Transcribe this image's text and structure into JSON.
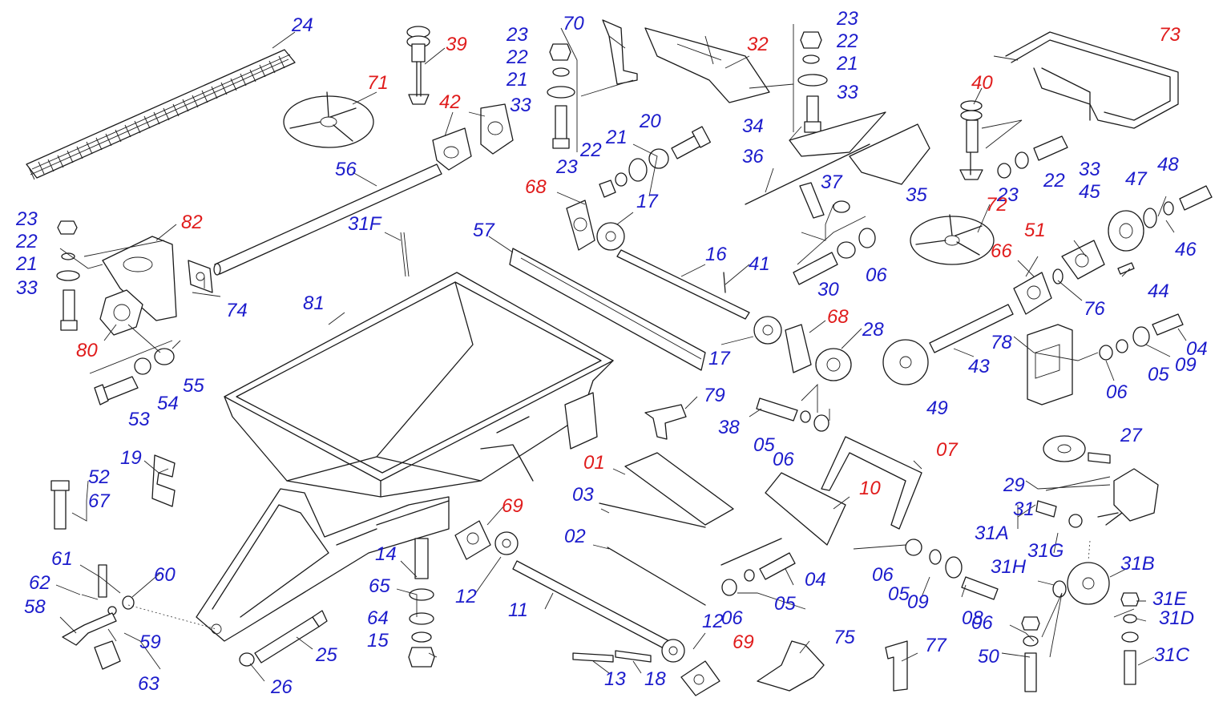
{
  "colors": {
    "blue": "#1c1ccc",
    "red": "#e01c1c",
    "line": "#1a1a1a"
  },
  "callouts": [
    {
      "text": "24",
      "color": "blue"
    },
    {
      "text": "39",
      "color": "red"
    },
    {
      "text": "23",
      "color": "blue"
    },
    {
      "text": "22",
      "color": "blue"
    },
    {
      "text": "21",
      "color": "blue"
    },
    {
      "text": "33",
      "color": "blue"
    },
    {
      "text": "70",
      "color": "blue"
    },
    {
      "text": "71",
      "color": "red"
    },
    {
      "text": "42",
      "color": "red"
    },
    {
      "text": "32",
      "color": "red"
    },
    {
      "text": "23",
      "color": "blue"
    },
    {
      "text": "22",
      "color": "blue"
    },
    {
      "text": "21",
      "color": "blue"
    },
    {
      "text": "33",
      "color": "blue"
    },
    {
      "text": "73",
      "color": "red"
    },
    {
      "text": "40",
      "color": "red"
    },
    {
      "text": "20",
      "color": "blue"
    },
    {
      "text": "21",
      "color": "blue"
    },
    {
      "text": "22",
      "color": "blue"
    },
    {
      "text": "23",
      "color": "blue"
    },
    {
      "text": "34",
      "color": "blue"
    },
    {
      "text": "36",
      "color": "blue"
    },
    {
      "text": "33",
      "color": "blue"
    },
    {
      "text": "22",
      "color": "blue"
    },
    {
      "text": "23",
      "color": "blue"
    },
    {
      "text": "35",
      "color": "blue"
    },
    {
      "text": "48",
      "color": "blue"
    },
    {
      "text": "47",
      "color": "blue"
    },
    {
      "text": "45",
      "color": "blue"
    },
    {
      "text": "56",
      "color": "blue"
    },
    {
      "text": "68",
      "color": "red"
    },
    {
      "text": "17",
      "color": "blue"
    },
    {
      "text": "37",
      "color": "blue"
    },
    {
      "text": "72",
      "color": "red"
    },
    {
      "text": "46",
      "color": "blue"
    },
    {
      "text": "23",
      "color": "blue"
    },
    {
      "text": "22",
      "color": "blue"
    },
    {
      "text": "21",
      "color": "blue"
    },
    {
      "text": "33",
      "color": "blue"
    },
    {
      "text": "82",
      "color": "red"
    },
    {
      "text": "31F",
      "color": "blue"
    },
    {
      "text": "57",
      "color": "blue"
    },
    {
      "text": "16",
      "color": "blue"
    },
    {
      "text": "41",
      "color": "blue"
    },
    {
      "text": "30",
      "color": "blue"
    },
    {
      "text": "06",
      "color": "blue"
    },
    {
      "text": "51",
      "color": "red"
    },
    {
      "text": "66",
      "color": "red"
    },
    {
      "text": "44",
      "color": "blue"
    },
    {
      "text": "76",
      "color": "blue"
    },
    {
      "text": "74",
      "color": "blue"
    },
    {
      "text": "81",
      "color": "blue"
    },
    {
      "text": "80",
      "color": "red"
    },
    {
      "text": "68",
      "color": "red"
    },
    {
      "text": "28",
      "color": "blue"
    },
    {
      "text": "17",
      "color": "blue"
    },
    {
      "text": "78",
      "color": "blue"
    },
    {
      "text": "04",
      "color": "blue"
    },
    {
      "text": "43",
      "color": "blue"
    },
    {
      "text": "09",
      "color": "blue"
    },
    {
      "text": "05",
      "color": "blue"
    },
    {
      "text": "06",
      "color": "blue"
    },
    {
      "text": "55",
      "color": "blue"
    },
    {
      "text": "54",
      "color": "blue"
    },
    {
      "text": "53",
      "color": "blue"
    },
    {
      "text": "79",
      "color": "blue"
    },
    {
      "text": "38",
      "color": "blue"
    },
    {
      "text": "49",
      "color": "blue"
    },
    {
      "text": "05",
      "color": "blue"
    },
    {
      "text": "06",
      "color": "blue"
    },
    {
      "text": "27",
      "color": "blue"
    },
    {
      "text": "07",
      "color": "red"
    },
    {
      "text": "01",
      "color": "red"
    },
    {
      "text": "19",
      "color": "blue"
    },
    {
      "text": "52",
      "color": "blue"
    },
    {
      "text": "67",
      "color": "blue"
    },
    {
      "text": "29",
      "color": "blue"
    },
    {
      "text": "03",
      "color": "blue"
    },
    {
      "text": "10",
      "color": "red"
    },
    {
      "text": "69",
      "color": "red"
    },
    {
      "text": "31",
      "color": "blue"
    },
    {
      "text": "31A",
      "color": "blue"
    },
    {
      "text": "02",
      "color": "blue"
    },
    {
      "text": "14",
      "color": "blue"
    },
    {
      "text": "31G",
      "color": "blue"
    },
    {
      "text": "61",
      "color": "blue"
    },
    {
      "text": "60",
      "color": "blue"
    },
    {
      "text": "62",
      "color": "blue"
    },
    {
      "text": "31H",
      "color": "blue"
    },
    {
      "text": "31B",
      "color": "blue"
    },
    {
      "text": "65",
      "color": "blue"
    },
    {
      "text": "12",
      "color": "blue"
    },
    {
      "text": "04",
      "color": "blue"
    },
    {
      "text": "06",
      "color": "blue"
    },
    {
      "text": "05",
      "color": "blue"
    },
    {
      "text": "05",
      "color": "blue"
    },
    {
      "text": "09",
      "color": "blue"
    },
    {
      "text": "58",
      "color": "blue"
    },
    {
      "text": "11",
      "color": "blue"
    },
    {
      "text": "06",
      "color": "blue"
    },
    {
      "text": "08",
      "color": "blue"
    },
    {
      "text": "31E",
      "color": "blue"
    },
    {
      "text": "59",
      "color": "blue"
    },
    {
      "text": "64",
      "color": "blue"
    },
    {
      "text": "12",
      "color": "blue"
    },
    {
      "text": "75",
      "color": "blue"
    },
    {
      "text": "31D",
      "color": "blue"
    },
    {
      "text": "15",
      "color": "blue"
    },
    {
      "text": "25",
      "color": "blue"
    },
    {
      "text": "69",
      "color": "red"
    },
    {
      "text": "77",
      "color": "blue"
    },
    {
      "text": "06",
      "color": "blue"
    },
    {
      "text": "63",
      "color": "blue"
    },
    {
      "text": "26",
      "color": "blue"
    },
    {
      "text": "13",
      "color": "blue"
    },
    {
      "text": "18",
      "color": "blue"
    },
    {
      "text": "50",
      "color": "blue"
    },
    {
      "text": "31C",
      "color": "blue"
    }
  ]
}
